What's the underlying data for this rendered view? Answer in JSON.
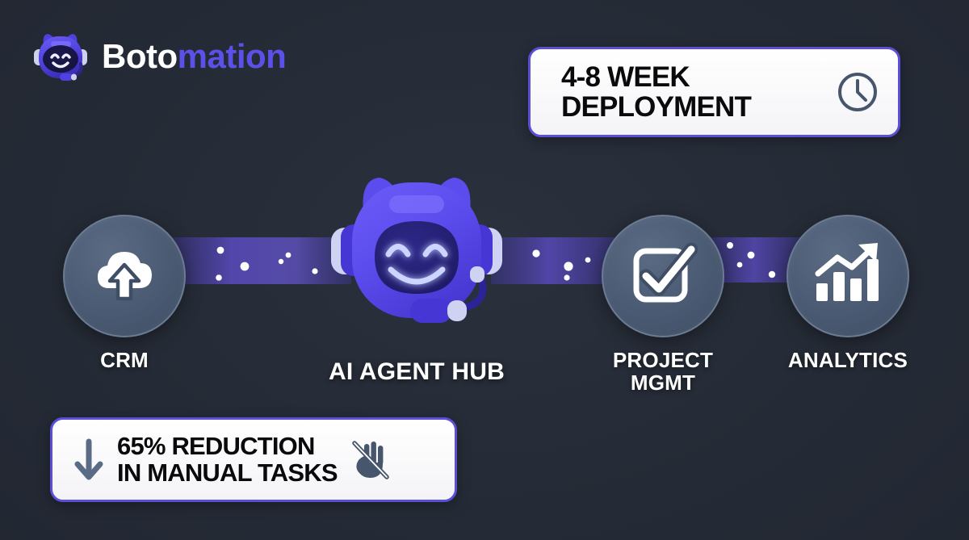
{
  "brand": {
    "name_primary": "Boto",
    "name_secondary": "mation",
    "logo_icon": "robot-mascot-icon",
    "primary_color": "#5b51e8",
    "text_color": "#ffffff"
  },
  "background": {
    "color": "#252b36"
  },
  "badges": {
    "deployment": {
      "title": "4-8 WEEK\nDEPLOYMENT",
      "icon": "clock-icon",
      "border_color": "#5b4fd8",
      "fill_color": "#ffffff",
      "text_color": "#0a0a0c",
      "icon_color": "#48566d"
    },
    "reduction": {
      "title": "65% REDUCTION\nIN MANUAL TASKS",
      "leading_icon": "down-arrow-icon",
      "trailing_icon": "no-hand-icon",
      "border_color": "#5b4fd8",
      "fill_color": "#ffffff",
      "text_color": "#0a0a0c",
      "icon_color": "#48566d"
    }
  },
  "flow": {
    "hub": {
      "label": "AI AGENT HUB",
      "icon": "ai-robot-head-icon",
      "head_color": "#5b4fe8",
      "face_color": "#262273",
      "glow_color": "#b9c4ff"
    },
    "nodes": [
      {
        "id": "crm",
        "label": "CRM",
        "icon": "cloud-upload-icon",
        "circle_color": "#4a5a72",
        "icon_color": "#ffffff"
      },
      {
        "id": "project-mgmt",
        "label": "PROJECT\nMGMT",
        "icon": "checkbox-check-icon",
        "circle_color": "#4a5a72",
        "icon_color": "#ffffff"
      },
      {
        "id": "analytics",
        "label": "ANALYTICS",
        "icon": "bar-chart-growth-icon",
        "circle_color": "#4a5a72",
        "icon_color": "#ffffff"
      }
    ],
    "connectors": [
      {
        "id": "crm-to-hub",
        "from": "crm",
        "to": "hub",
        "style": "data-stream-beam",
        "color": "#6c55f0"
      },
      {
        "id": "hub-to-project-mgmt",
        "from": "hub",
        "to": "project-mgmt",
        "style": "data-stream-beam",
        "color": "#6c55f0"
      },
      {
        "id": "project-mgmt-to-analytics",
        "from": "project-mgmt",
        "to": "analytics",
        "style": "data-stream-beam",
        "color": "#6c55f0"
      }
    ]
  }
}
